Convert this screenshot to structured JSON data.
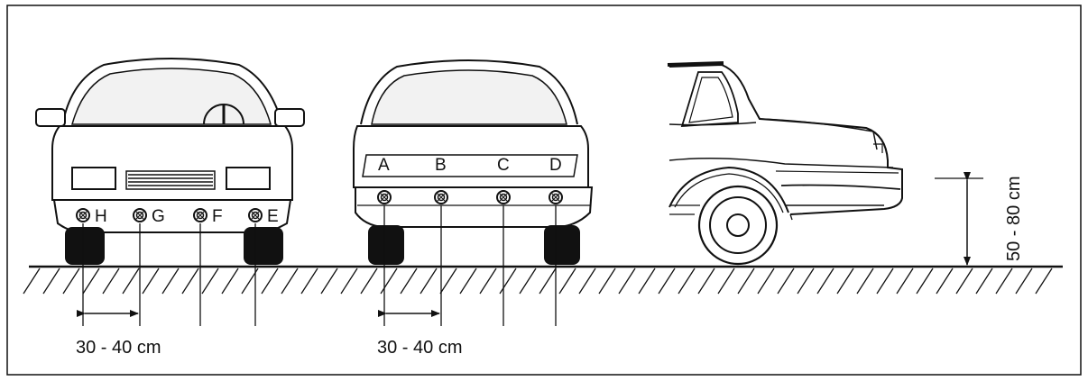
{
  "sensor_labels": {
    "front": [
      "H",
      "G",
      "F",
      "E"
    ],
    "rear": [
      "A",
      "B",
      "C",
      "D"
    ]
  },
  "dimensions": {
    "front_spacing": "30 - 40 cm",
    "rear_spacing": "30 - 40 cm",
    "mount_height": "50 - 80 cm"
  },
  "icons": [
    "sensor-icon",
    "car-front-icon",
    "car-rear-icon",
    "car-side-icon",
    "ground-hatch-icon"
  ]
}
